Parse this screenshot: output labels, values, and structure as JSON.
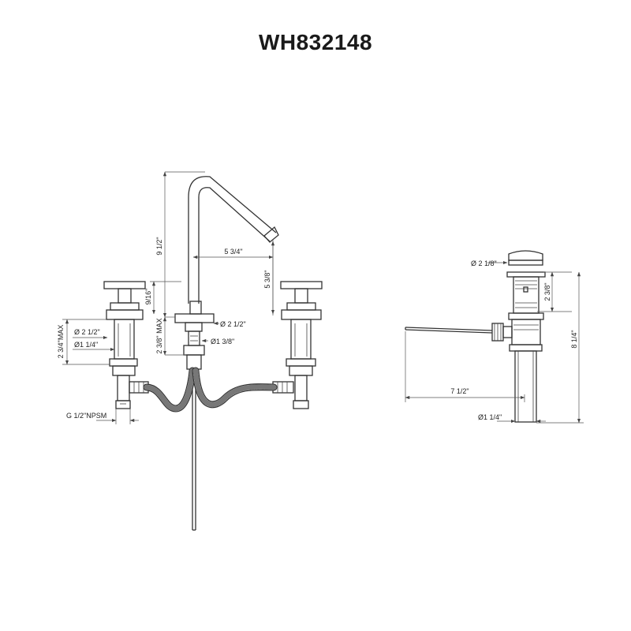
{
  "title": "WH832148",
  "faucet": {
    "height": "9 1/2\"",
    "spout_reach": "5 3/4\"",
    "spout_height": "5 3/8\"",
    "handle_height": "9/16\"",
    "deck_thickness": "2 3/8\" MAX",
    "base_diameter": "Ø 2 1/2\"",
    "shank_diameter": "Ø1 3/8\"",
    "valve_base_diameter": "Ø 2 1/2\"",
    "valve_shank_diameter": "Ø1 1/4\"",
    "valve_deck_thickness": "2 3/4\"MAX",
    "connection": "G 1/2\"NPSM"
  },
  "drain": {
    "cap_diameter": "Ø 2 1/8\"",
    "cap_height": "2 3/8\"",
    "total_height": "8 1/4\"",
    "rod_length": "7 1/2\"",
    "pipe_diameter": "Ø1 1/4\""
  }
}
